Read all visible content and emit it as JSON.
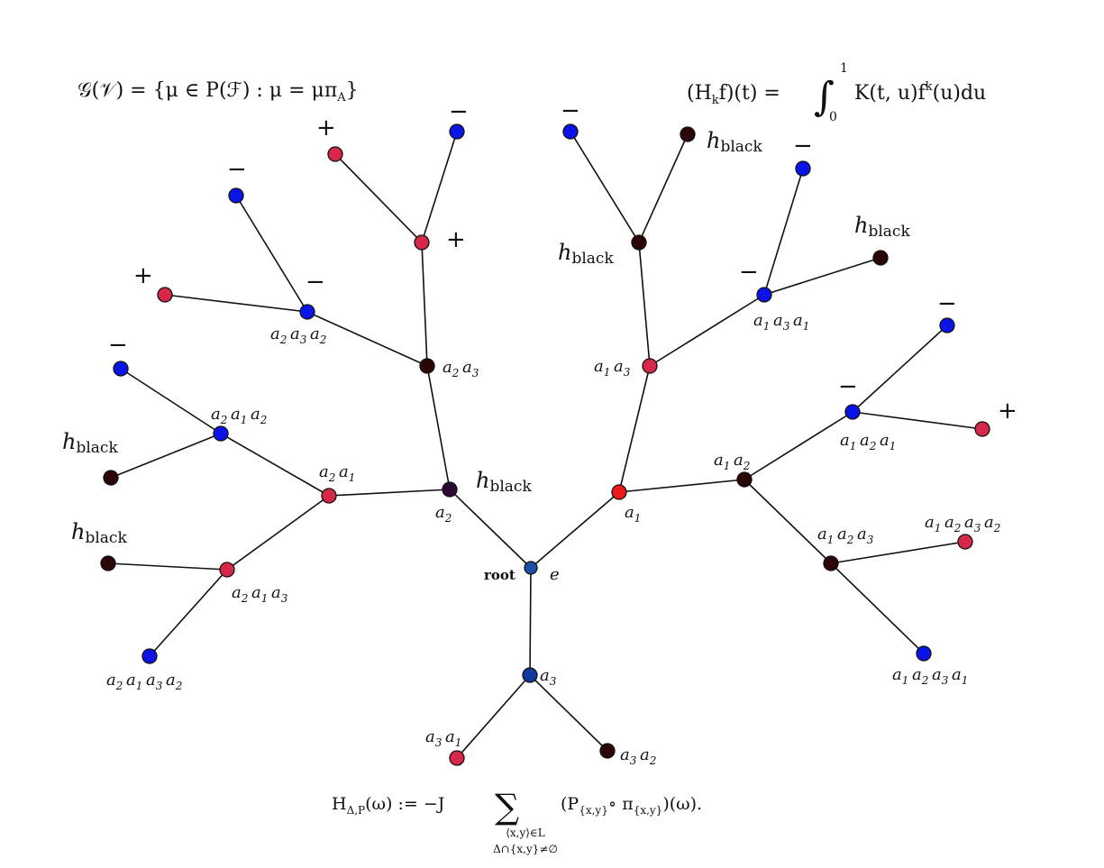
{
  "formulas": {
    "top_left": "𝒢(𝒱) = {μ ∈ P(ℱ) : μ = μπ_A}",
    "top_right": "(H_k f)(t) = ∫₀¹ K(t,u) f^k(u) du",
    "bottom": "H_{Δ,P}(ω) := −J Σ_{⟨x,y⟩∈L, Δ∩{x,y}≠∅} (P_{x,y} ∘ π_{x,y})(ω)"
  },
  "formula_parts": {
    "tl_main": "𝒢(𝒱) = {μ ∈ P(ℱ) : μ = μπ",
    "tl_sub": "A",
    "tl_end": "}",
    "tr_main": "(H",
    "tr_k": "k",
    "tr_mid": "f)(t) =",
    "tr_int": "∫",
    "tr_upper": "1",
    "tr_lower": "0",
    "tr_rest": "K(t, u)f",
    "tr_sup": "k",
    "tr_tail": "(u)du",
    "b_H": "H",
    "b_sub": "Δ,P",
    "b_mid": "(ω) := −J",
    "b_sum": "∑",
    "b_cond1": "⟨x,y⟩∈L",
    "b_cond2": "Δ∩{x,y}≠∅",
    "b_rest": "(P",
    "b_sub2": "{x,y}",
    "b_circ": "∘ π",
    "b_sub3": "{x,y}",
    "b_tail": ")(ω)."
  },
  "root_label": "root",
  "e_label": "e",
  "h_label": {
    "base": "h",
    "sub": "black"
  },
  "signs": {
    "plus": "+",
    "minus": "−"
  },
  "colors": {
    "blue": "#0a14e6",
    "red": "#d6294a",
    "dark": "#2a0606",
    "root_blue": "#1b4fa8",
    "dark_blue": "#0d3a9a",
    "purple_dark": "#2a0a33",
    "bright_red": "#ee1a1a"
  },
  "word_labels": {
    "a1": [
      "1"
    ],
    "a2": [
      "2"
    ],
    "a3": [
      "3"
    ],
    "a1a2": [
      "1",
      "2"
    ],
    "a1a3": [
      "1",
      "3"
    ],
    "a2a1": [
      "2",
      "1"
    ],
    "a2a3": [
      "2",
      "3"
    ],
    "a3a1": [
      "3",
      "1"
    ],
    "a3a2": [
      "3",
      "2"
    ],
    "a1a2a1": [
      "1",
      "2",
      "1"
    ],
    "a1a2a3": [
      "1",
      "2",
      "3"
    ],
    "a1a3a1": [
      "1",
      "3",
      "1"
    ],
    "a2a1a2": [
      "2",
      "1",
      "2"
    ],
    "a2a1a3": [
      "2",
      "1",
      "3"
    ],
    "a2a3a2": [
      "2",
      "3",
      "2"
    ],
    "a1a2a3a1": [
      "1",
      "2",
      "3",
      "1"
    ],
    "a1a2a3a2": [
      "1",
      "2",
      "3",
      "2"
    ],
    "a2a1a3a2": [
      "2",
      "1",
      "3",
      "2"
    ]
  }
}
